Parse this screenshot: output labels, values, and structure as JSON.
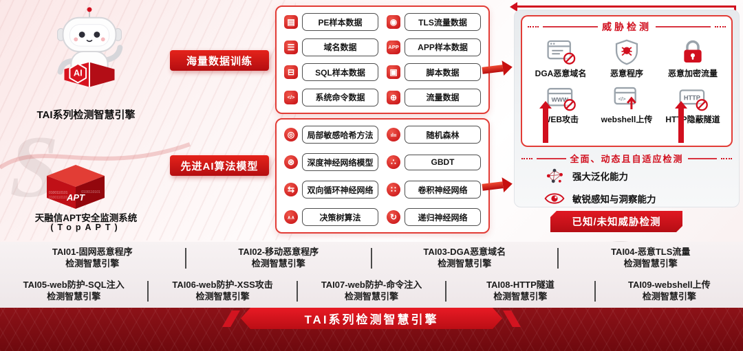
{
  "page": {
    "bg_watermark_letter": "S"
  },
  "left": {
    "mascot_title": "TAI系列检测智慧引擎",
    "mascot_badge": "AI",
    "apt_cube_label": "APT",
    "apt_binary_texture": "0100110101",
    "apt_title": "天融信APT安全监测系统",
    "apt_subtitle": "(TopAPT)"
  },
  "center": {
    "training_label": "海量数据训练",
    "algorithm_label": "先进AI算法模型",
    "data_items": [
      {
        "icon": "pe-file-icon",
        "glyph": "▤",
        "label": "PE样本数据"
      },
      {
        "icon": "tls-fingerprint-icon",
        "glyph": "◉",
        "label": "TLS流量数据"
      },
      {
        "icon": "domain-list-icon",
        "glyph": "☰",
        "label": "域名数据"
      },
      {
        "icon": "app-icon",
        "glyph": "APP",
        "label": "APP样本数据"
      },
      {
        "icon": "sql-database-icon",
        "glyph": "⊟",
        "label": "SQL样本数据"
      },
      {
        "icon": "script-file-icon",
        "glyph": "▣",
        "label": "脚本数据"
      },
      {
        "icon": "terminal-icon",
        "glyph": "</>",
        "label": "系统命令数据"
      },
      {
        "icon": "traffic-globe-icon",
        "glyph": "⊕",
        "label": "流量数据"
      }
    ],
    "algorithm_items": [
      {
        "icon": "lsh-target-icon",
        "glyph": "◎",
        "label": "局部敏感哈希方法"
      },
      {
        "icon": "random-forest-icon",
        "glyph": "ılıı",
        "label": "随机森林"
      },
      {
        "icon": "deep-nn-icon",
        "glyph": "⊛",
        "label": "深度神经网络模型"
      },
      {
        "icon": "gbdt-icon",
        "glyph": "∴",
        "label": "GBDT"
      },
      {
        "icon": "bi-rnn-icon",
        "glyph": "⇆",
        "label": "双向循环神经网络"
      },
      {
        "icon": "cnn-icon",
        "glyph": "∷",
        "label": "卷积神经网络"
      },
      {
        "icon": "decision-tree-icon",
        "glyph": "∧∧",
        "label": "决策树算法"
      },
      {
        "icon": "recursive-nn-icon",
        "glyph": "↻",
        "label": "递归神经网络"
      }
    ]
  },
  "right": {
    "threat_title": "威胁检测",
    "threat_items": [
      {
        "icon": "dga-domain-icon",
        "label": "DGA恶意域名"
      },
      {
        "icon": "malware-shield-icon",
        "label": "恶意程序"
      },
      {
        "icon": "encrypted-traffic-icon",
        "label": "恶意加密流量"
      },
      {
        "icon": "web-attack-icon",
        "label": "WEB攻击"
      },
      {
        "icon": "webshell-upload-icon",
        "label": "webshell上传"
      },
      {
        "icon": "http-tunnel-icon",
        "label": "HTTP隐蔽隧道"
      }
    ],
    "adaptive_title": "全面、动态且自适应检测",
    "adaptive_items": [
      {
        "icon": "generalization-network-icon",
        "label": "强大泛化能力"
      },
      {
        "icon": "insight-eye-icon",
        "label": "敏锐感知与洞察能力"
      }
    ],
    "known_unknown_label": "已知/未知威胁检测"
  },
  "bottom": {
    "engines_row1": [
      {
        "line1": "TAI01-固网恶意程序",
        "line2": "检测智慧引擎"
      },
      {
        "line1": "TAI02-移动恶意程序",
        "line2": "检测智慧引擎"
      },
      {
        "line1": "TAI03-DGA恶意域名",
        "line2": "检测智慧引擎"
      },
      {
        "line1": "TAI04-恶意TLS流量",
        "line2": "检测智慧引擎"
      }
    ],
    "engines_row2": [
      {
        "line1": "TAI05-web防护-SQL注入",
        "line2": "检测智慧引擎"
      },
      {
        "line1": "TAI06-web防护-XSS攻击",
        "line2": "检测智慧引擎"
      },
      {
        "line1": "TAI07-web防护-命令注入",
        "line2": "检测智慧引擎"
      },
      {
        "line1": "TAI08-HTTP隧道",
        "line2": "检测智慧引擎"
      },
      {
        "line1": "TAI09-webshell上传",
        "line2": "检测智慧引擎"
      }
    ],
    "banner_title": "TAI系列检测智慧引擎"
  },
  "colors": {
    "primary_red": "#c9000e",
    "border_red": "#e23c36",
    "dark_red": "#8d1218",
    "banner_red": "#d10f1e"
  }
}
